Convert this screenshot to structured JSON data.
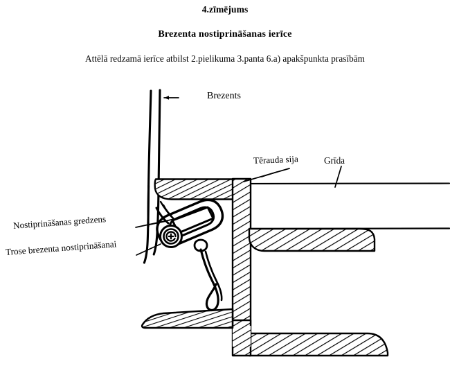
{
  "document": {
    "language": "lv",
    "figure_number": "4.zīmējums",
    "figure_title": "Brezenta nostiprināšanas ierīce",
    "figure_subtitle": "Attēlā redzamā ierīce atbilst 2.pielikuma 3.panta 6.a) apakšpunkta prasībām"
  },
  "diagram": {
    "type": "technical-cross-section",
    "description": "Cross-section of a tarpaulin fastening device on a steel beam and vehicle floor",
    "ink_color": "#000000",
    "background_color": "#ffffff",
    "labels": [
      {
        "id": "brezents",
        "text": "Brezents",
        "meaning": "tarpaulin",
        "leader": "arrow-left",
        "points_to": "vertical tarpaulin sheet"
      },
      {
        "id": "terauda-sija",
        "text": "Tērauda sija",
        "meaning": "steel beam",
        "leader": "line-down-left",
        "points_to": "hatched top flange of beam"
      },
      {
        "id": "grida",
        "text": "Grīda",
        "meaning": "floor",
        "leader": "line-down",
        "points_to": "floor panel"
      },
      {
        "id": "nostiprinasanas-gredzens",
        "text": "Nostiprināšanas gredzens",
        "meaning": "fastening ring",
        "leader": "line-right",
        "points_to": "spiral ring element"
      },
      {
        "id": "trose-brezenta-nostiprinasanai",
        "text": "Trose brezenta nostiprināšanai",
        "meaning": "rope for fastening the tarpaulin",
        "leader": "line-up-right",
        "points_to": "rope hook"
      }
    ],
    "parts": [
      {
        "id": "tarpaulin",
        "name": "brezents"
      },
      {
        "id": "steel-beam",
        "name": "tērauda sija",
        "style": "hatched"
      },
      {
        "id": "floor",
        "name": "grīda"
      },
      {
        "id": "ring",
        "name": "nostiprināšanas gredzens"
      },
      {
        "id": "rope",
        "name": "trose"
      },
      {
        "id": "hook",
        "name": "āķis"
      },
      {
        "id": "clamp",
        "name": "skava"
      }
    ]
  }
}
